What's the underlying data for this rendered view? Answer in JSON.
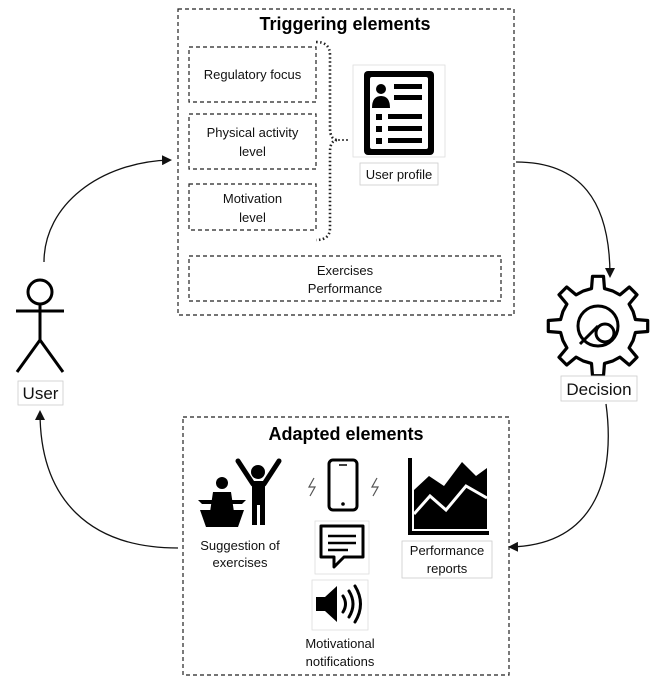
{
  "triggering": {
    "title": "Triggering elements",
    "regulatory_focus": "Regulatory focus",
    "physical_activity": [
      "Physical activity",
      "level"
    ],
    "motivation": [
      "Motivation",
      "level"
    ],
    "exercises_performance": [
      "Exercises",
      "Performance"
    ],
    "user_profile": "User profile"
  },
  "actors": {
    "user": "User",
    "decision": "Decision"
  },
  "adapted": {
    "title": "Adapted elements",
    "suggestion": [
      "Suggestion of",
      "exercises"
    ],
    "performance_reports": [
      "Performance",
      "reports"
    ],
    "motivational_notifications": [
      "Motivational",
      "notifications"
    ]
  },
  "icons": {
    "user_figure": "stick-figure-icon",
    "user_profile": "profile-document-icon",
    "decision": "gear-icon",
    "exercises": "exercise-people-icon",
    "phone": "smartphone-icon",
    "message": "chat-message-icon",
    "sound": "speaker-icon",
    "chart": "area-chart-icon"
  }
}
